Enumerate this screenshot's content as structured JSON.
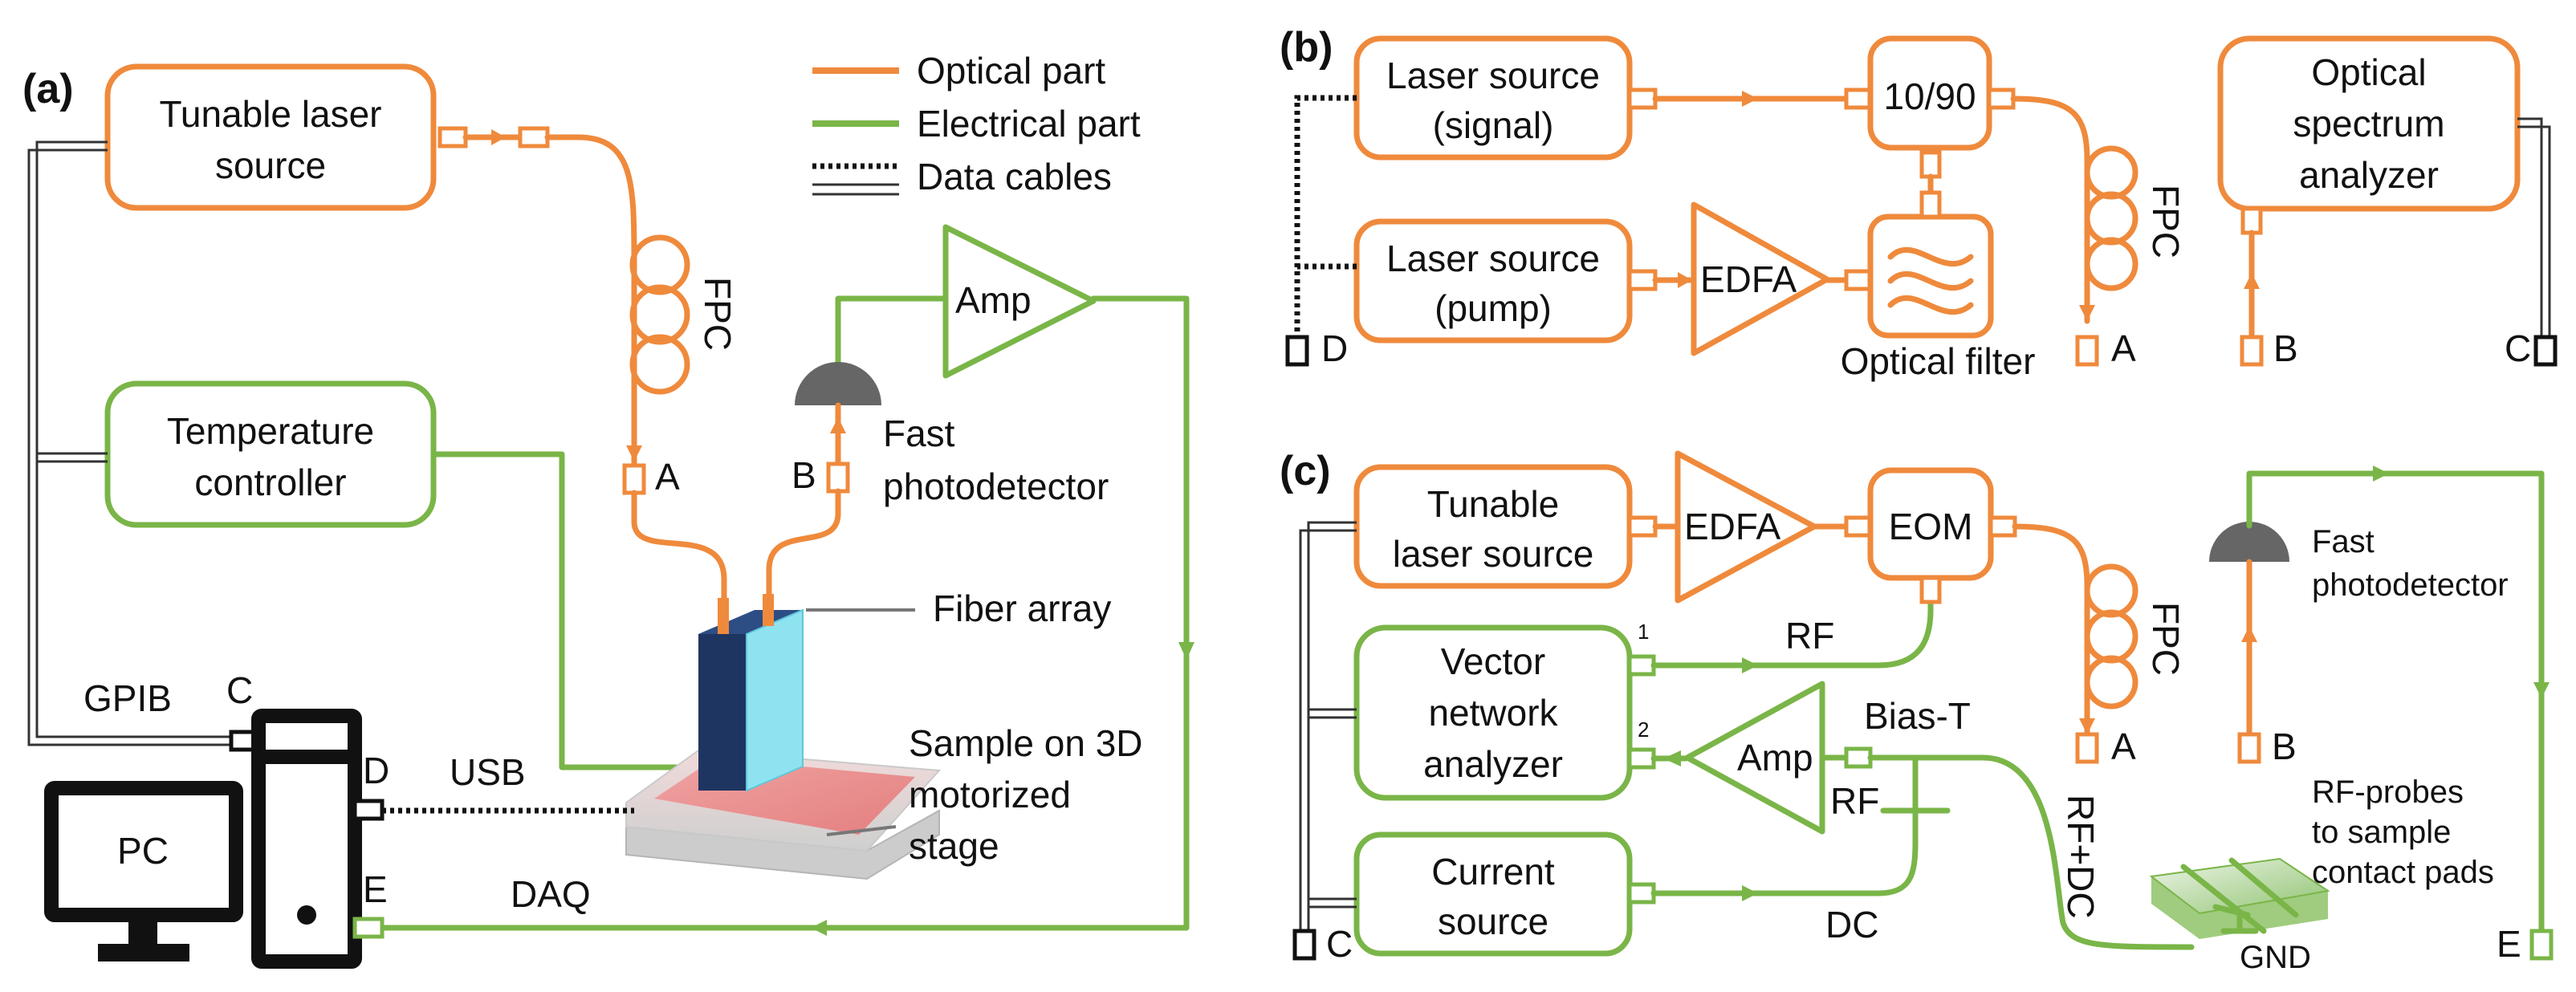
{
  "panels": {
    "a": "(a)",
    "b": "(b)",
    "c": "(c)"
  },
  "legend": {
    "optical": "Optical part",
    "electrical": "Electrical part",
    "data": "Data cables"
  },
  "colors": {
    "optical": "#ef8a3c",
    "electrical": "#7ab548",
    "data": "#111111"
  },
  "a": {
    "tunable_laser": [
      "Tunable laser",
      "source"
    ],
    "temperature": [
      "Temperature",
      "controller"
    ],
    "fpc": "FPC",
    "amp": "Amp",
    "fast_pd": [
      "Fast",
      "photodetector"
    ],
    "port_a": "A",
    "port_b": "B",
    "port_c": "C",
    "port_d": "D",
    "port_e": "E",
    "fiber_array": "Fiber array",
    "sample": [
      "Sample on 3D",
      "motorized",
      "stage"
    ],
    "gpib": "GPIB",
    "usb": "USB",
    "daq": "DAQ",
    "pc": "PC"
  },
  "b": {
    "laser_signal": [
      "Laser source",
      "(signal)"
    ],
    "laser_pump": [
      "Laser source",
      "(pump)"
    ],
    "edfa": "EDFA",
    "coupler": "10/90",
    "optical_filter": "Optical filter",
    "osa": [
      "Optical",
      "spectrum",
      "analyzer"
    ],
    "fpc": "FPC",
    "port_a": "A",
    "port_b": "B",
    "port_c": "C",
    "port_d": "D"
  },
  "c": {
    "tunable_laser": [
      "Tunable",
      "laser source"
    ],
    "edfa": "EDFA",
    "eom": "EOM",
    "fpc": "FPC",
    "vna": [
      "Vector",
      "network",
      "analyzer"
    ],
    "port1": "1",
    "port2": "2",
    "rf_top": "RF",
    "amp": "Amp",
    "rf_amp": "RF",
    "bias_t": "Bias-T",
    "rf_dc": "RF+DC",
    "current_source": [
      "Current",
      "source"
    ],
    "dc": "DC",
    "fast_pd": [
      "Fast",
      "photodetector"
    ],
    "probes": [
      "RF-probes",
      "to sample",
      "contact pads"
    ],
    "gnd": "GND",
    "port_a": "A",
    "port_b": "B",
    "port_c": "C",
    "port_e": "E"
  }
}
